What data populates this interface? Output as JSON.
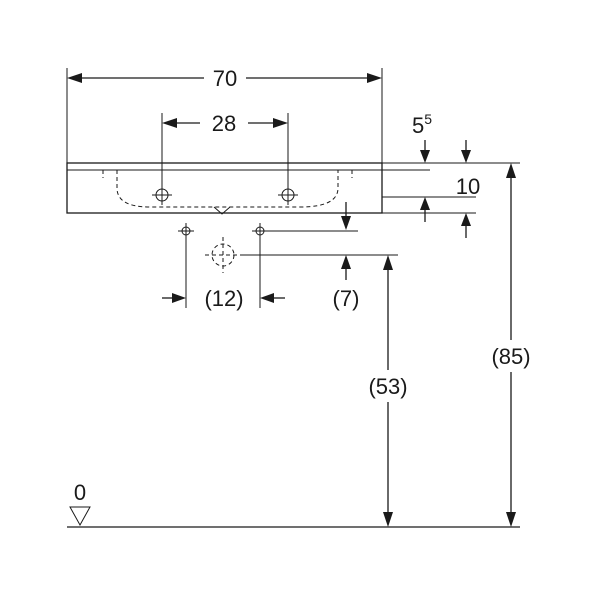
{
  "drawing": {
    "labels": {
      "width_total": "70",
      "width_tap_holes": "28",
      "rim_offset_main": "5",
      "rim_offset_sup": "5",
      "basin_thickness": "10",
      "waste_spacing": "(12)",
      "waste_offset": "(7)",
      "waste_height": "(53)",
      "total_height": "(85)",
      "floor_level": "0"
    }
  }
}
